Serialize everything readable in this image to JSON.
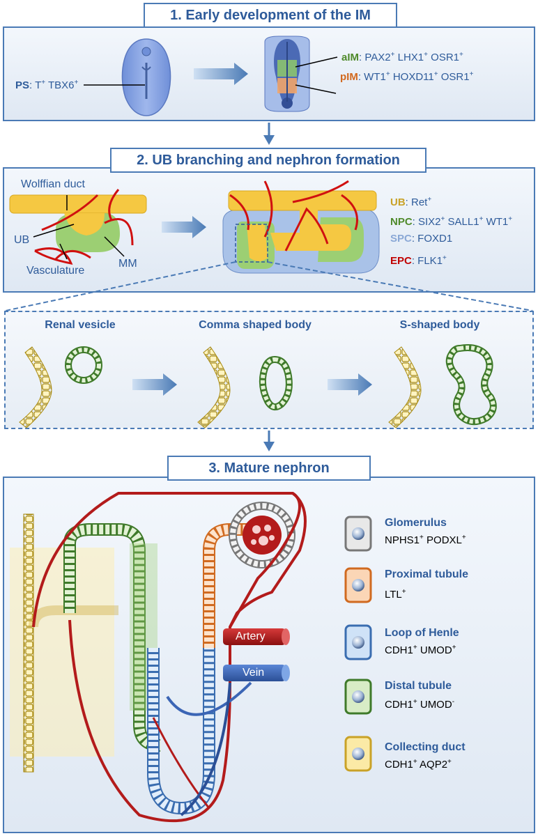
{
  "section1": {
    "title": "1. Early development of the IM",
    "ps": {
      "name": "PS",
      "sep": ": T",
      "sup1": "+",
      "mid": " TBX6",
      "sup2": "+"
    },
    "aim": {
      "name": "aIM",
      "rest": ": PAX2",
      "s1": "+",
      "m1": " LHX1",
      "s2": "+",
      "m2": " OSR1",
      "s3": "+"
    },
    "pim": {
      "name": "pIM",
      "rest": ": WT1",
      "s1": "+",
      "m1": " HOXD11",
      "s2": "+",
      "m2": " OSR1",
      "s3": "+"
    }
  },
  "section2": {
    "title": "2. UB branching and nephron formation",
    "labels": {
      "wolffian": "Wolffian duct",
      "ub": "UB",
      "vasculature": "Vasculature",
      "mm": "MM"
    },
    "markers": {
      "ub": {
        "name": "UB",
        "rest": ": Ret",
        "s1": "+"
      },
      "npc": {
        "name": "NPC",
        "rest": ": SIX2",
        "s1": "+",
        "m1": " SALL1",
        "s2": "+",
        "m2": " WT1",
        "s3": "+"
      },
      "spc": {
        "name": "SPC",
        "rest": ": FOXD1"
      },
      "epc": {
        "name": "EPC",
        "rest": ": FLK1",
        "s1": "+"
      }
    },
    "stages": [
      "Renal vesicle",
      "Comma shaped body",
      "S-shaped body"
    ]
  },
  "section3": {
    "title": "3. Mature nephron",
    "vessels": {
      "artery": "Artery",
      "vein": "Vein"
    },
    "legend": [
      {
        "name": "Glomerulus",
        "m1": "NPHS1",
        "s1": "+",
        "m2": " PODXL",
        "s2": "+",
        "color": "#d9d9d9"
      },
      {
        "name": "Proximal tubule",
        "m1": "LTL",
        "s1": "+",
        "m2": "",
        "s2": "",
        "color": "#f6a86b"
      },
      {
        "name": "Loop of Henle",
        "m1": "CDH1",
        "s1": "+",
        "m2": " UMOD",
        "s2": "+",
        "color": "#8ab8e6"
      },
      {
        "name": "Distal tubule",
        "m1": "CDH1",
        "s1": "+",
        "m2": " UMOD",
        "s2": "-",
        "color": "#92c77a"
      },
      {
        "name": "Collecting duct",
        "m1": "CDH1",
        "s1": "+",
        "m2": " AQP2",
        "s2": "+",
        "color": "#f2d35f"
      }
    ]
  },
  "colors": {
    "blue": "#2e5b9a",
    "border": "#4a7ab5",
    "green": "#4f8a2b",
    "orange": "#d2691e",
    "ub_gold": "#c9a227",
    "spc_blue": "#8aa8d6",
    "epc_red": "#c00000",
    "yellow": "#f5c842",
    "artery": "#b31b1b",
    "vein": "#3b65b5"
  }
}
